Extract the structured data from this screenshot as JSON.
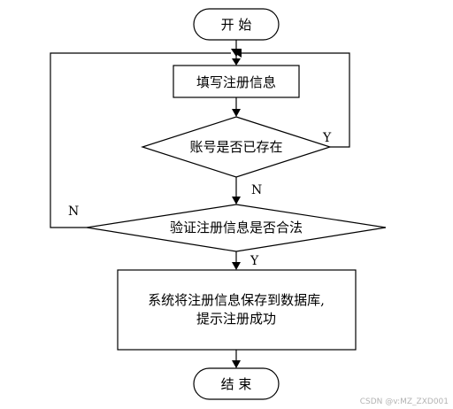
{
  "flowchart": {
    "start_label": "开 始",
    "step_fill_label": "填写注册信息",
    "decision_exists_label": "账号是否已存在",
    "decision_exists_yes": "Y",
    "decision_exists_no": "N",
    "decision_valid_label": "验证注册信息是否合法",
    "decision_valid_no": "N",
    "decision_valid_yes": "Y",
    "step_save_line1": "系统将注册信息保存到数据库,",
    "step_save_line2": "提示注册成功",
    "end_label": "结 束"
  },
  "watermark": "CSDN @v:MZ_ZXD001"
}
